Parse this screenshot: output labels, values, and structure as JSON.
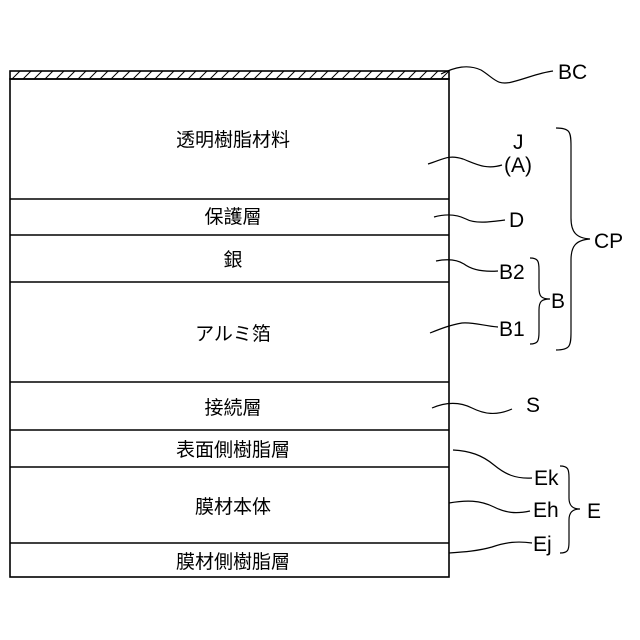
{
  "layers": {
    "transparent_resin": "透明樹脂材料",
    "protective": "保護層",
    "silver": "銀",
    "aluminum_foil": "アルミ箔",
    "connecting": "接続層",
    "surface_resin": "表面側樹脂層",
    "membrane_body": "膜材本体",
    "membrane_resin": "膜材側樹脂層"
  },
  "refs": {
    "bc": "BC",
    "j": "J",
    "a": "(A)",
    "cp": "CP",
    "d": "D",
    "b2": "B2",
    "b": "B",
    "b1": "B1",
    "s": "S",
    "ek": "Ek",
    "eh": "Eh",
    "e": "E",
    "ej": "Ej"
  }
}
